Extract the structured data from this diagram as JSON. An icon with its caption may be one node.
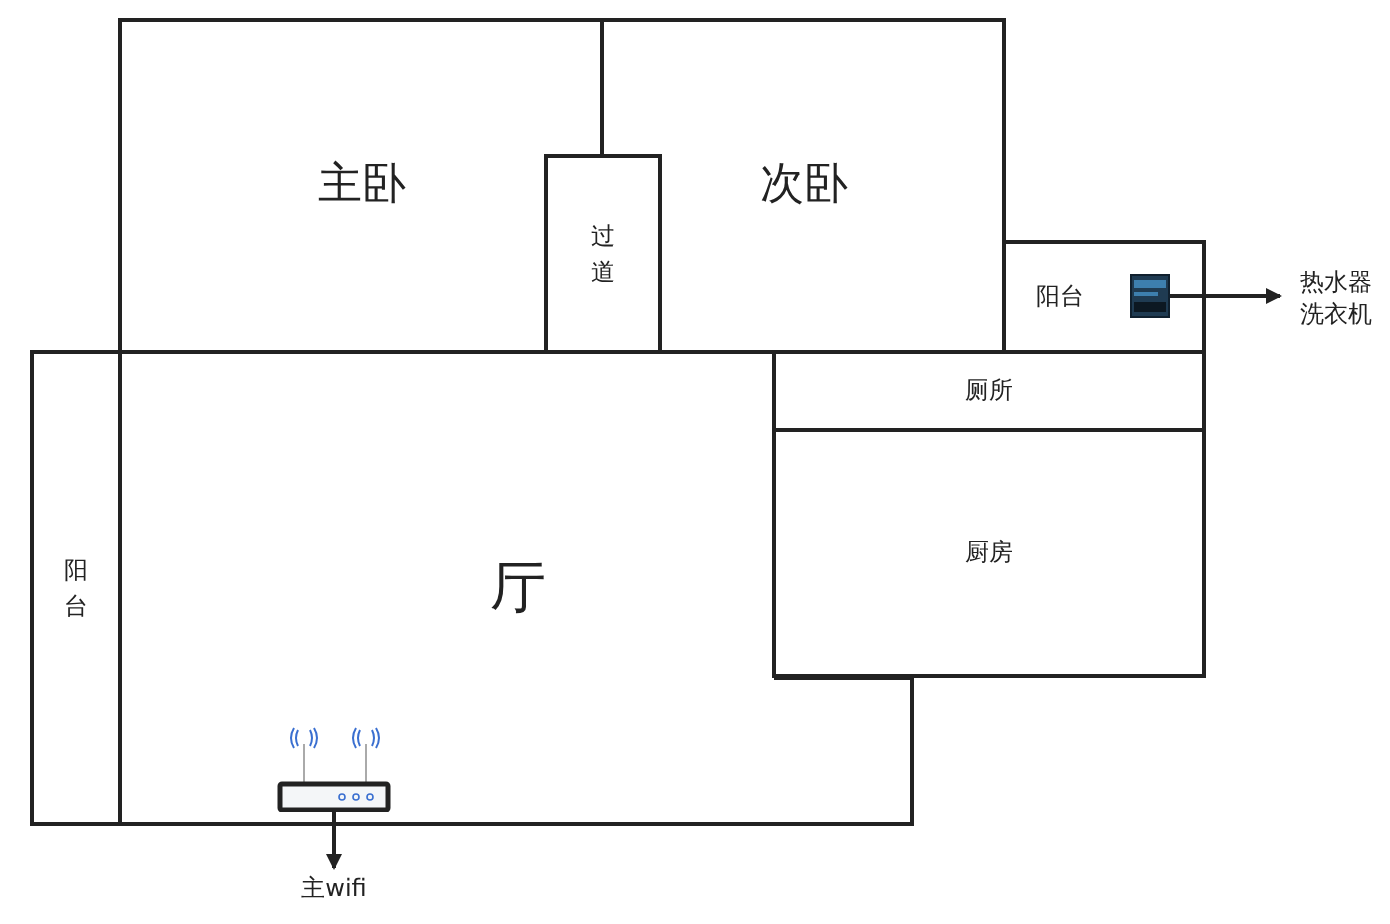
{
  "diagram": {
    "nodes": [
      {
        "text": [
          "主卧"
        ]
      },
      {
        "text": [
          "次卧"
        ]
      },
      {
        "text": [
          "过道"
        ]
      },
      {
        "text": [
          "阳台"
        ]
      },
      {
        "text": [
          "阳台"
        ]
      },
      {
        "text": [
          "厅"
        ]
      },
      {
        "text": [
          "厕所"
        ]
      },
      {
        "text": [
          "厨房"
        ]
      },
      {
        "text": [],
        "shape": "picture",
        "in": 3
      },
      {
        "text": [
          "热水器",
          "洗衣机"
        ]
      },
      {
        "text": [],
        "shape": "picture",
        "in": 5
      },
      {
        "text": [
          "主wifi"
        ]
      }
    ],
    "edges": [
      {
        "from": 8,
        "to": 9,
        "arrow": "to"
      },
      {
        "from": 10,
        "to": 11,
        "arrow": "to"
      }
    ]
  }
}
